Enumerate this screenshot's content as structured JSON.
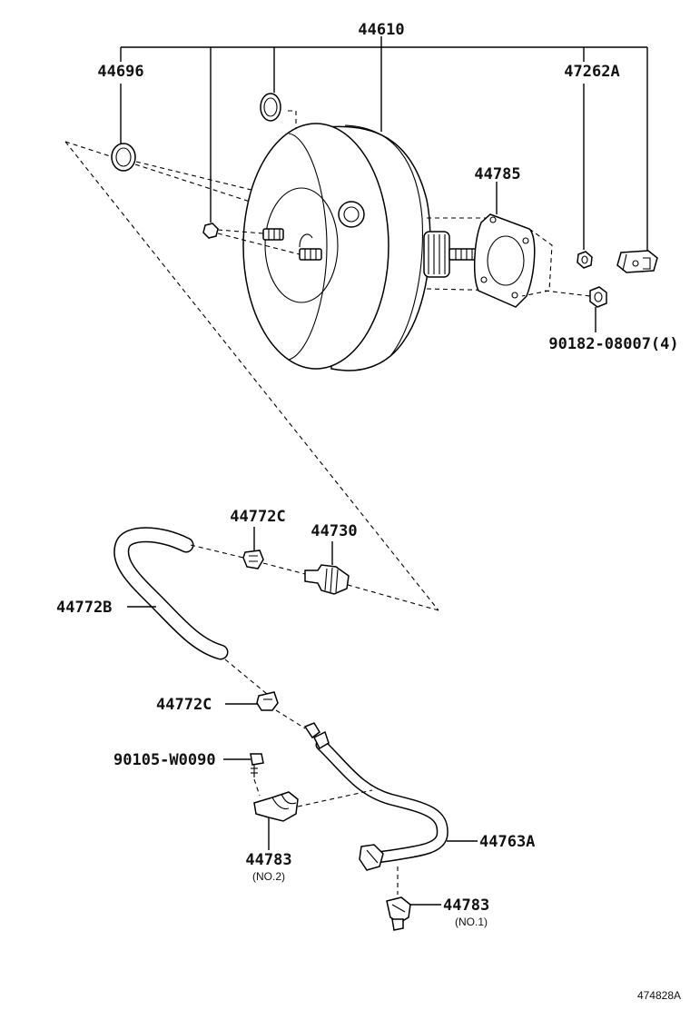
{
  "labels": {
    "l44610": "44610",
    "l44696": "44696",
    "l47262a": "47262A",
    "l44785": "44785",
    "l90182": "90182-08007(4)",
    "l44772c_top": "44772C",
    "l44730": "44730",
    "l44772b": "44772B",
    "l44772c_mid": "44772C",
    "l90105": "90105-W0090",
    "l44783_no2": "44783",
    "l44783_no2_sub": "(NO.2)",
    "l44763a": "44763A",
    "l44783_no1": "44783",
    "l44783_no1_sub": "(NO.1)"
  },
  "figure_ref": "474828A"
}
